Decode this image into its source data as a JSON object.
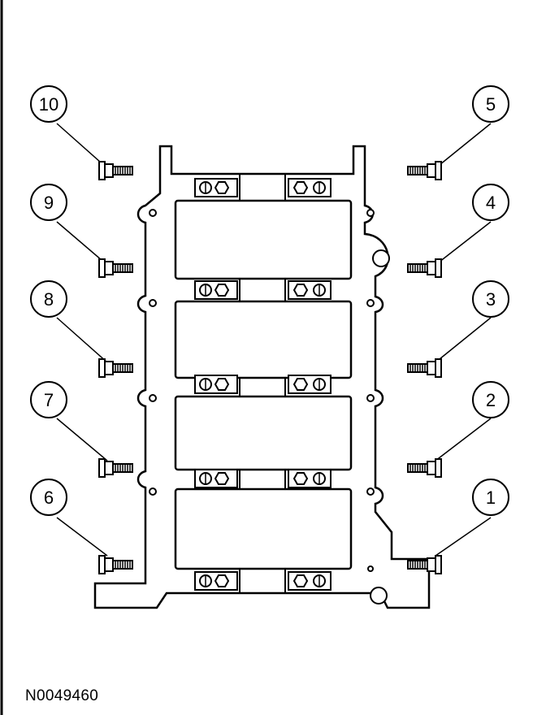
{
  "figure_id": "N0049460",
  "callouts": [
    {
      "label": "1"
    },
    {
      "label": "2"
    },
    {
      "label": "3"
    },
    {
      "label": "4"
    },
    {
      "label": "5"
    },
    {
      "label": "6"
    },
    {
      "label": "7"
    },
    {
      "label": "8"
    },
    {
      "label": "9"
    },
    {
      "label": "10"
    }
  ]
}
